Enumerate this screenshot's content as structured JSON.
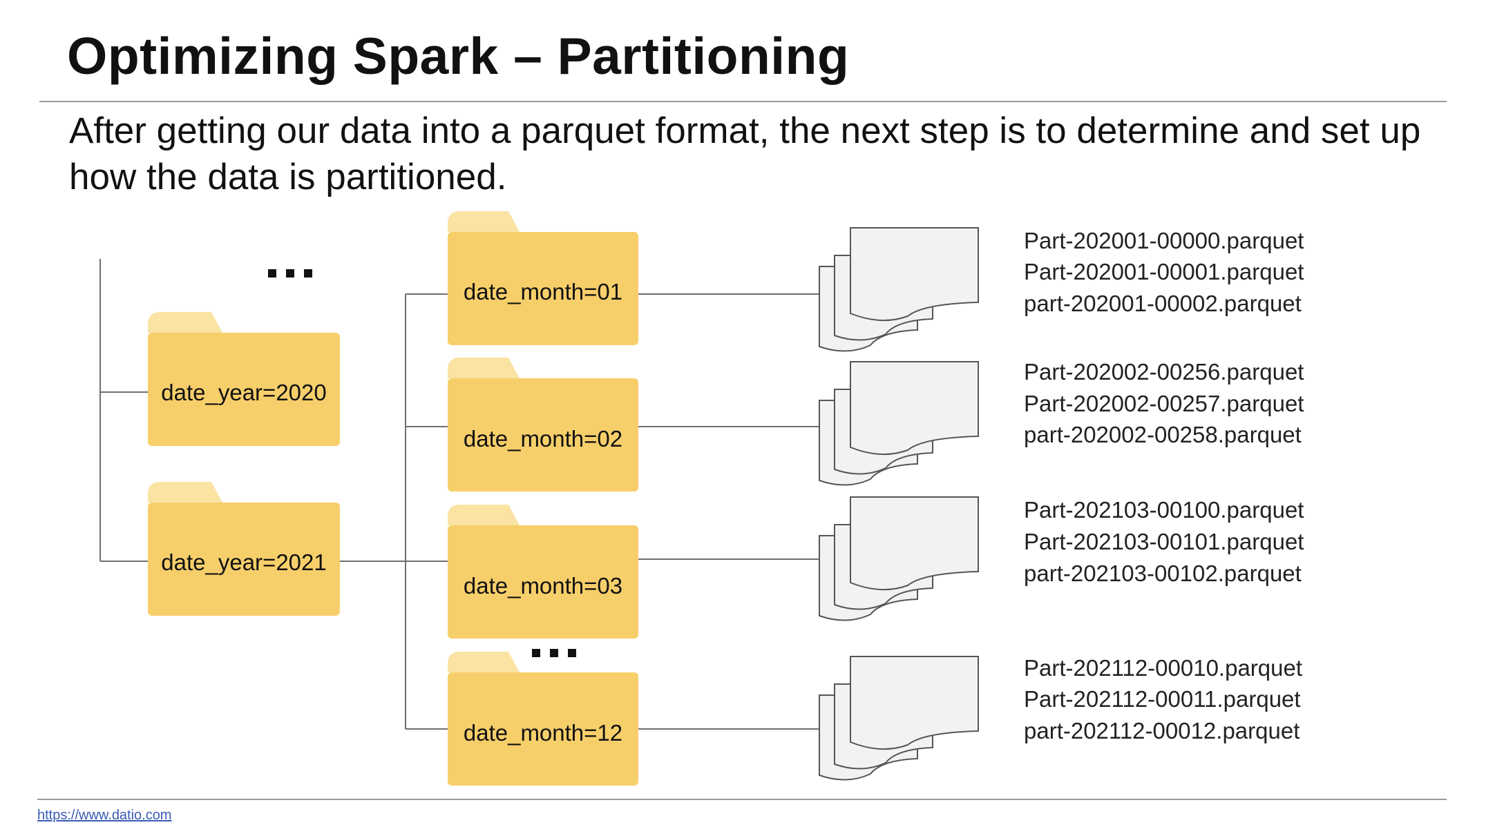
{
  "slide": {
    "title": "Optimizing Spark – Partitioning",
    "intro": "After getting our data into a parquet format, the next step is to determine and set up how the data is partitioned."
  },
  "diagram": {
    "year_folders": [
      {
        "label": "date_year=2020"
      },
      {
        "label": "date_year=2021"
      }
    ],
    "month_folders": [
      {
        "label": "date_month=01"
      },
      {
        "label": "date_month=02"
      },
      {
        "label": "date_month=03"
      },
      {
        "label": "date_month=12"
      }
    ],
    "file_groups": [
      {
        "files": [
          "Part-202001-00000.parquet",
          "Part-202001-00001.parquet",
          "part-202001-00002.parquet"
        ]
      },
      {
        "files": [
          "Part-202002-00256.parquet",
          "Part-202002-00257.parquet",
          "part-202002-00258.parquet"
        ]
      },
      {
        "files": [
          "Part-202103-00100.parquet",
          "Part-202103-00101.parquet",
          "part-202103-00102.parquet"
        ]
      },
      {
        "files": [
          "Part-202112-00010.parquet",
          "Part-202112-00011.parquet",
          "part-202112-00012.parquet"
        ]
      }
    ],
    "folder_color": "#f7cf6a",
    "folder_tab_color": "#fae3a3",
    "line_color": "#6e6e6e",
    "file_icon_fill": "#f2f2f2",
    "file_icon_stroke": "#555555"
  },
  "footer": {
    "link_text": "https://www.datio.com"
  }
}
